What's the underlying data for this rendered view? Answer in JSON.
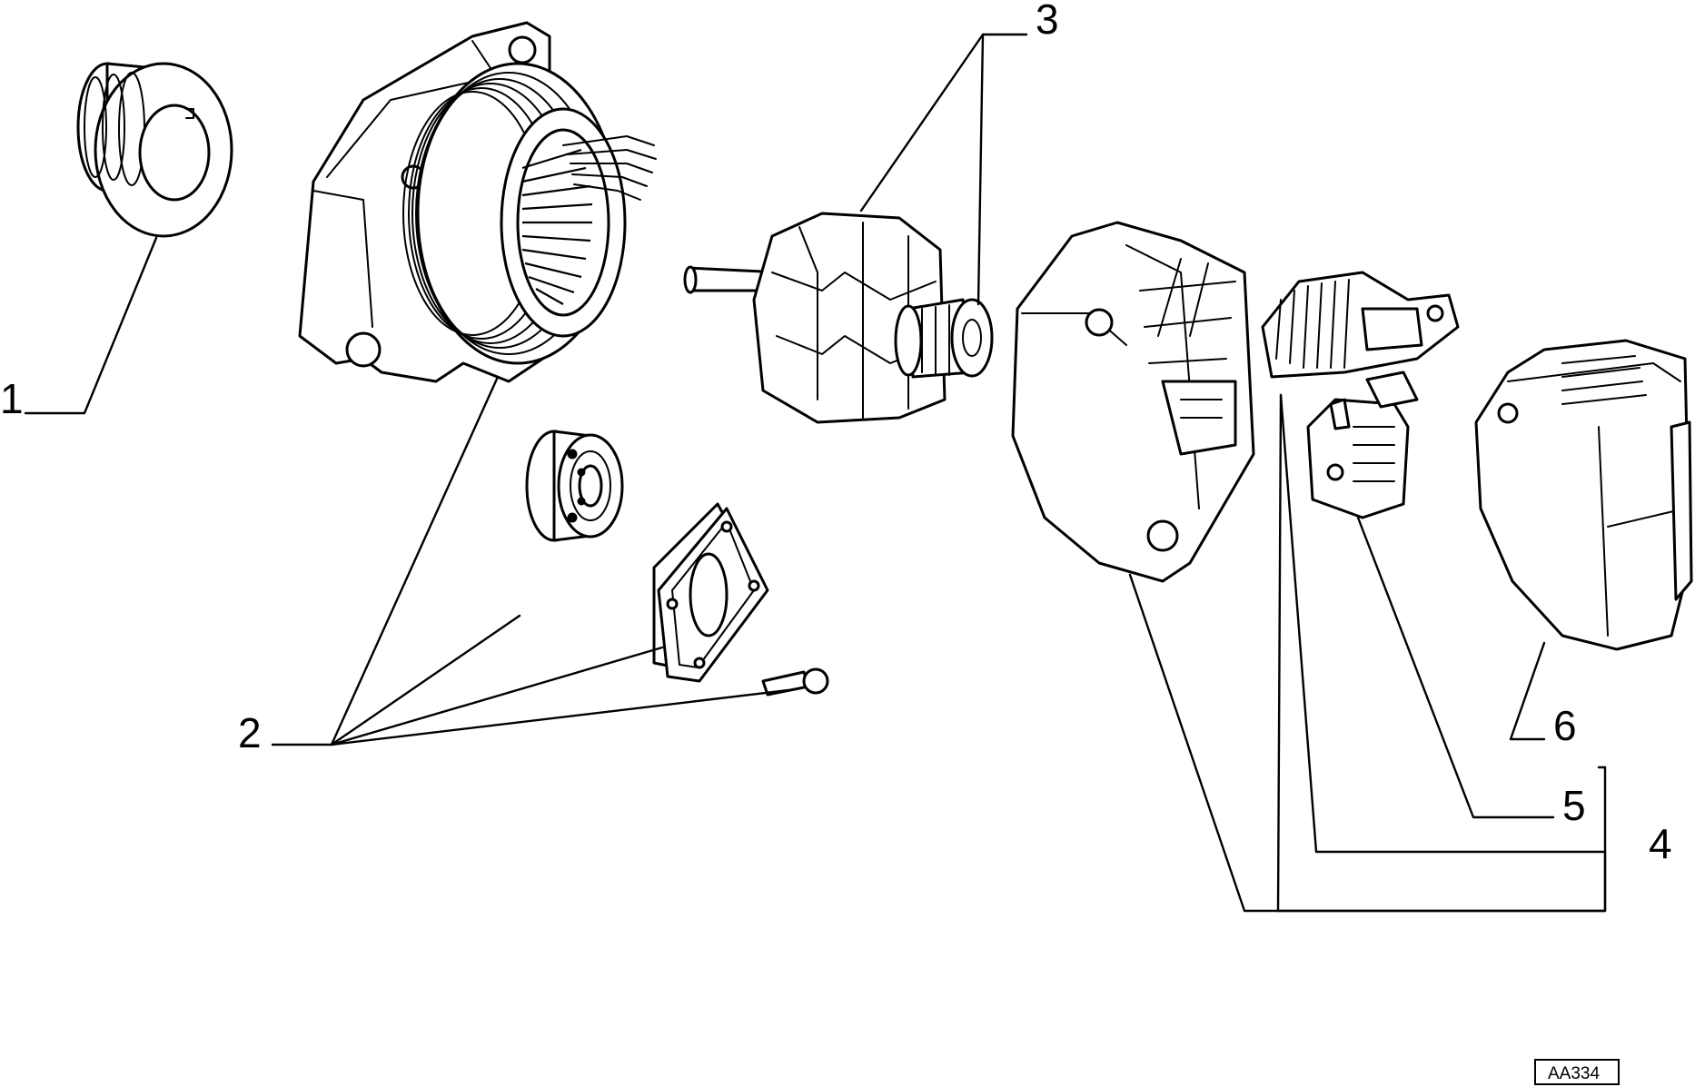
{
  "callouts": [
    {
      "id": "1",
      "label": "1"
    },
    {
      "id": "2",
      "label": "2"
    },
    {
      "id": "3",
      "label": "3"
    },
    {
      "id": "4",
      "label": "4"
    },
    {
      "id": "5",
      "label": "5"
    },
    {
      "id": "6",
      "label": "6"
    }
  ],
  "reference_code": "AA334"
}
